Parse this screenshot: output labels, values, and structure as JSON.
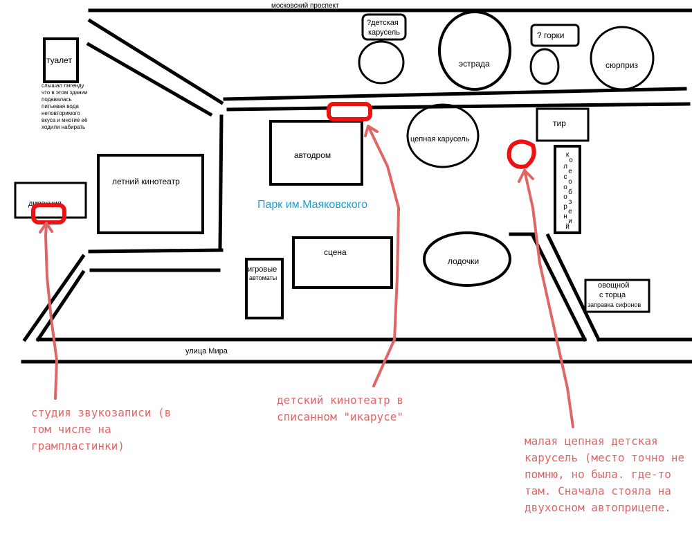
{
  "colors": {
    "ink": "#000000",
    "annotation": "#e06666",
    "marker": "#ee1111",
    "park_title": "#1a9fd6",
    "background": "#ffffff"
  },
  "streets": {
    "top": "московский проспект",
    "bottom": "улица Мира"
  },
  "park_title": "Парк им.Маяковского",
  "buildings": {
    "toilet": "туалет",
    "toilet_legend": [
      "слышал лигенду",
      "что в этом здании",
      "подавалась",
      "питьевая вода",
      "неповторимого",
      "вкуса и многие её",
      "ходили набирать"
    ],
    "kids_carousel_q": [
      "?детская",
      "карусель"
    ],
    "stage_estrada": "эстрада",
    "slides_q": "? горки",
    "surprise": "сюрприз",
    "shooting_range": "тир",
    "chain_carousel": "цепная карусель",
    "autodrome": "автодром",
    "summer_cinema": "летний кинотеатр",
    "directorate": "дирекция",
    "ferris_wheel": [
      "к",
      "о",
      "л",
      "е",
      "с",
      "о",
      "",
      "о",
      "б",
      "о",
      "з",
      "р",
      "е",
      "н",
      "и",
      "й"
    ],
    "scene": "сцена",
    "arcade": [
      "игровые",
      "автоматы"
    ],
    "boats": "лодочки",
    "veg_shop": [
      "овощной",
      "с торца"
    ],
    "siphon_station": "заправка сифонов"
  },
  "annotations": {
    "studio": "студия звукозаписи (в\nтом числе на\nгрампластинки)",
    "kids_cinema": "детский кинотеатр в\nсписанном \"икарусе\"",
    "small_carousel": "малая цепная детская\nкарусель (место точно не\nпомню, но была. где-то\nтам. Сначала стояла на\nдвухосном автоприцепе."
  }
}
